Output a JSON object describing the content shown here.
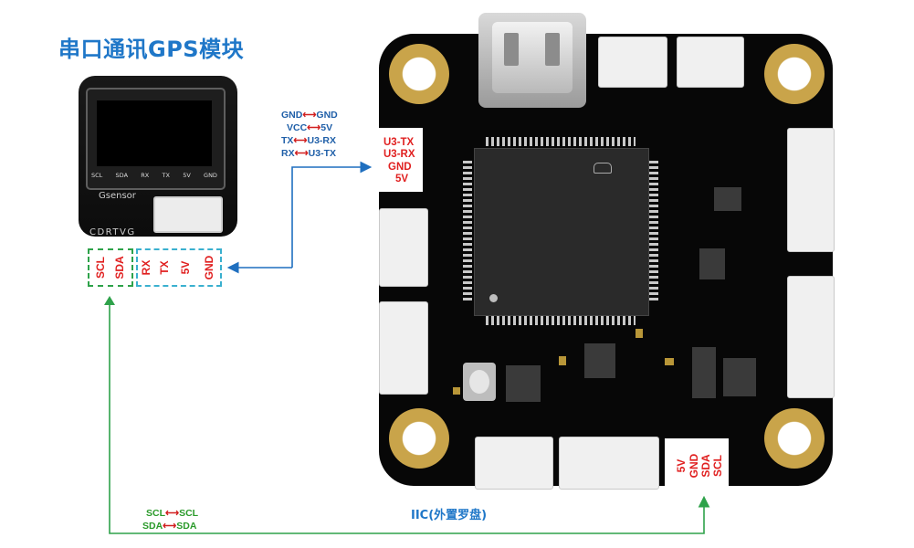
{
  "title": "串口通讯GPS模块",
  "gps_module": {
    "pin_labels": [
      "SCL",
      "SDA",
      "RX",
      "TX",
      "5V",
      "GND"
    ],
    "brand_text": "CDRTVG",
    "sensor_text": "Gsensor"
  },
  "gps_pins": {
    "iic": [
      "SCL",
      "SDA"
    ],
    "uart": [
      "RX",
      "TX",
      "5V",
      "GND"
    ]
  },
  "uart_mapping": [
    {
      "left": "GND",
      "right": "GND"
    },
    {
      "left": "VCC",
      "right": "5V"
    },
    {
      "left": "TX",
      "right": "U3-RX"
    },
    {
      "left": "RX",
      "right": "U3-TX"
    }
  ],
  "iic_mapping": [
    {
      "left": "SCL",
      "right": "SCL"
    },
    {
      "left": "SDA",
      "right": "SDA"
    }
  ],
  "arrow_glyph": "⟷",
  "fc_uart_pins": [
    "U3-TX",
    "U3-RX",
    "GND",
    "5V"
  ],
  "fc_iic_pins": [
    "5V",
    "GND",
    "SDA",
    "SCL"
  ],
  "iic_label": "IIC(外置罗盘)",
  "colors": {
    "title": "#1f77c8",
    "uart_wire": "#1f6fbf",
    "iic_wire": "#2ea24a",
    "pin_label": "#e02020",
    "uart_box": "#3ab0cf",
    "iic_box": "#2ea24a"
  }
}
